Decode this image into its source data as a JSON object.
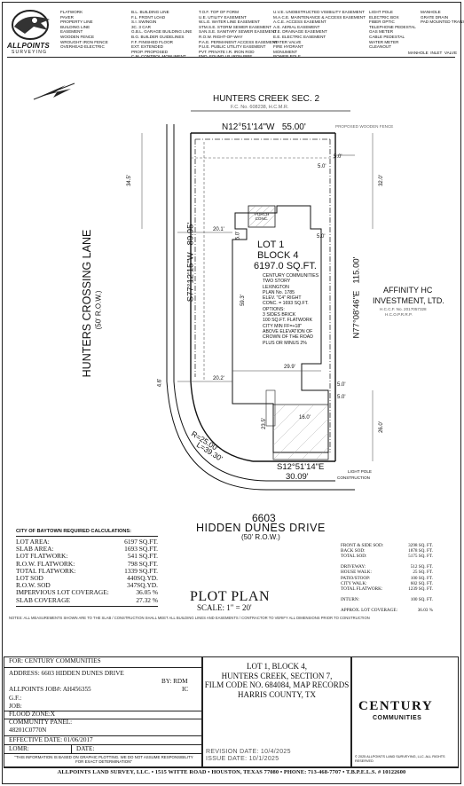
{
  "company": {
    "logo_text": "ALLPOINTS",
    "logo_sub": "SURVEYING"
  },
  "legend": {
    "col1": [
      "FLATWORK",
      "PAVER",
      "PROPERTY LINE",
      "BUILDING LINE",
      "EASEMENT",
      "WOODEN FENCE",
      "WROUGHT IRON FENCE",
      "OVERHEAD ELECTRIC"
    ],
    "col2": [
      "B.L.  BUILDING LINE",
      "F.L.  FRONT LOAD",
      "S.I.  SWINGIN",
      "3C.  3 CAR",
      "G.B.L. GARAGE BUILDING LINE",
      "B.G.  BUILDER GUIDELINES",
      "F.F.  FINISHED FLOOR",
      "EXT. EXTENDED",
      "PROP. PROPOSED",
      "C.M. CONTROL MONUMENT"
    ],
    "col3": [
      "T.O.F.  TOP OF FORM",
      "U.E.  UTILITY EASEMENT",
      "W.L.E.  WATER LINE EASEMENT",
      "STM.S.E. STORM SEWER EASEMENT",
      "SAN.S.E. SANITARY SEWER EASEMENT",
      "R.O.W. RIGHT-OF-WAY",
      "P.A.E. PERMANENT ACCESS EASEMENT",
      "P.U.E. PUBLIC UTILITY EASEMENT",
      "PVT. PRIVATE  I.R. IRON ROD",
      "FND. FOUND  I.P. IRON PIPE"
    ],
    "col4": [
      "U.V.E. UNOBSTRUCTED VISIBILITY EASEMENT",
      "M.A.C.E. MAINTENANCE & ACCESS EASEMENT",
      "A.C.E.  ACCESS EASEMENT",
      "A.E.  AERIAL EASEMENT",
      "D.E.  DRAINAGE EASEMENT",
      "E.E.  ELECTRIC EASEMENT",
      "WATER VALVE",
      "FIRE HYDRANT",
      "MONUMENT",
      "POWER POLE"
    ],
    "col5": [
      "LIGHT POLE",
      "ELECTRIC BOX",
      "FIBER OPTIC",
      "TELEPHONE PEDESTAL",
      "GAS METER",
      "CABLE PEDESTAL",
      "WATER METER",
      "CLEANOUT"
    ],
    "col6": [
      "MANHOLE",
      "GRATE DRAIN",
      "PAD MOUNTED TRANSFORMER"
    ],
    "col6b": [
      "MANHOLE",
      "INLET",
      "VALVE"
    ]
  },
  "plan": {
    "subdivision": "HUNTERS CREEK SEC. 2",
    "subdivision_ref": "F.C. No. 608238, H.C.M.R.",
    "north_line": "N12°51'14\"W   55.00'",
    "west_street": "HUNTERS CROSSING LANE",
    "west_row": "(50' R.O.W.)",
    "west_line": "S77°12'15\"W   89.95'",
    "east_line": "N77°08'46\"E   115.00'",
    "south_line": "S12°51'14\"E",
    "south_dist": "30.09'",
    "curve_r": "R=25.00'",
    "curve_l": "L=39.30'",
    "lot": "LOT 1",
    "block": "BLOCK 4",
    "area": "6197.0 SQ.FT.",
    "notes": [
      "CENTURY COMMUNITIES",
      "TWO STORY",
      "LEXINGTON",
      "PLAN No. 1785",
      "ELEV. \"C4\" RIGHT",
      "CONC. = 1693 SQ.FT.",
      "OPTIONS:",
      "3 SIDES BRICK",
      "100 SQ.FT. FLATWORK",
      "CITY MIN FF=+18\"",
      "ABOVE ELEVATION OF",
      "CROWN OF THE ROAD",
      "PLUS OR MINUS 2%"
    ],
    "porch": "PORCH CONC.",
    "neighbor": [
      "AFFINITY HC",
      "INVESTMENT, LTD."
    ],
    "neighbor_ref": [
      "H.C.C.F. No. 2017057328",
      "H.C.O.P.R.R.P."
    ],
    "fence_label": "PROPOSED WOODEN FENCE",
    "dims": {
      "d345": "34.5'",
      "d320": "32.0'",
      "d201": "20.1'",
      "d202": "20.2'",
      "d50a": "5.0'",
      "d50b": "5.0'",
      "d50c": "5.0'",
      "d50d": "5.0'",
      "d593": "59.3'",
      "d299": "29.9'",
      "d46": "4.6'",
      "d235": "23.5'",
      "d160": "16.0'",
      "d260": "26.0'",
      "d50e": "5.0'",
      "d50f": "5.0'"
    },
    "south_note": [
      "LIGHT POLE",
      "CONSTRUCTION"
    ],
    "address_no": "6603",
    "street": "HIDDEN DUNES DRIVE",
    "street_row": "(50' R.O.W.)"
  },
  "calc": {
    "heading": "CITY OF BAYTOWN REQUIRED CALCULATIONS:",
    "rows": [
      {
        "k": "LOT AREA:",
        "v": "6197 SQ.FT."
      },
      {
        "k": "SLAB AREA:",
        "v": "1693 SQ.FT."
      },
      {
        "k": "LOT FLATWORK:",
        "v": "541 SQ.FT."
      },
      {
        "k": "R.O.W. FLATWORK:",
        "v": "798 SQ.FT."
      },
      {
        "k": "TOTAL FLATWORK:",
        "v": "1339 SQ.FT."
      },
      {
        "k": "LOT SOD",
        "v": "440SQ.YD."
      },
      {
        "k": "R.O.W. SOD",
        "v": "347SQ.YD."
      },
      {
        "k": "IMPERVIOUS LOT COVERAGE:",
        "v": "36.05 %"
      },
      {
        "k": "SLAB COVERAGE",
        "v": "27.32 %"
      }
    ]
  },
  "calc2": {
    "rows": [
      {
        "k": "FRONT & SIDE SOD:",
        "v": "3298 SQ. FT."
      },
      {
        "k": "BACK SOD:",
        "v": "1878 SQ. FT."
      },
      {
        "k": "TOTAL SOD:",
        "v": "5175 SQ. FT."
      },
      {
        "k": "",
        "v": ""
      },
      {
        "k": "DRIVEWAY:",
        "v": "512 SQ. FT."
      },
      {
        "k": "HOUSE WALK:",
        "v": "25 SQ. FT."
      },
      {
        "k": "PATIO/STOOP:",
        "v": "100 SQ. FT."
      },
      {
        "k": "CITY WALK:",
        "v": "602 SQ. FT."
      },
      {
        "k": "TOTAL FLATWORK:",
        "v": "1239 SQ. FT."
      },
      {
        "k": "",
        "v": ""
      },
      {
        "k": "INTURN:",
        "v": "100 SQ. FT."
      },
      {
        "k": "",
        "v": ""
      },
      {
        "k": "APPROX. LOT COVERAGE:",
        "v": "36.03 %"
      }
    ]
  },
  "title": {
    "plot": "PLOT PLAN",
    "scale": "SCALE: 1\" = 20'"
  },
  "notes_block": "NOTES: ALL MEASUREMENTS SHOWN ARE TO THE SLAB / CONSTRUCTION SHALL MEET ALL BUILDING LINES AND EASEMENTS / CONTRACTOR TO VERIFY ALL DIMENSIONS PRIOR TO CONSTRUCTION",
  "info": {
    "for_label": "FOR:",
    "for_value": "CENTURY COMMUNITIES",
    "address": "ADDRESS: 6603 HIDDEN DUNES DRIVE",
    "by": "BY: RDM",
    "job": "ALLPOINTS JOB#: AH456355",
    "ic": "IC",
    "gf": "G.F.:",
    "job2": "JOB:",
    "flood": "FLOOD ZONE:X",
    "panel_label": "COMMUNITY PANEL:",
    "panel": "48201C0770N",
    "eff": "EFFECTIVE DATE: 01/06/2017",
    "lomr": "LOMR:",
    "date": "DATE:",
    "disclaimer": "\"THIS INFORMATION IS BASED ON GRAPHIC PLOTTING. WE DO NOT ASSUME RESPONSIBILITY FOR EXACT DETERMINATION\""
  },
  "legal": [
    "LOT 1, BLOCK 4,",
    "HUNTERS CREEK, SECTION 7,",
    "FILM CODE NO. 684084, MAP RECORDS",
    "HARRIS COUNTY, TX"
  ],
  "revision": [
    "REVISION DATE: 10/4/2025",
    "ISSUE DATE: 10/1/2025"
  ],
  "brand": {
    "name": "CENTURY",
    "sub": "COMMUNITIES"
  },
  "copyright": "© 2025 ALLPOINTS LAND SURVEYING, LLC. ALL RIGHTS RESERVED",
  "footer": "ALLPOINTS LAND SURVEY, LLC. • 1515 WITTE ROAD • HOUSTON, TEXAS 77080 • PHONE: 713-468-7707 • T.B.P.E.L.S. # 10122600"
}
